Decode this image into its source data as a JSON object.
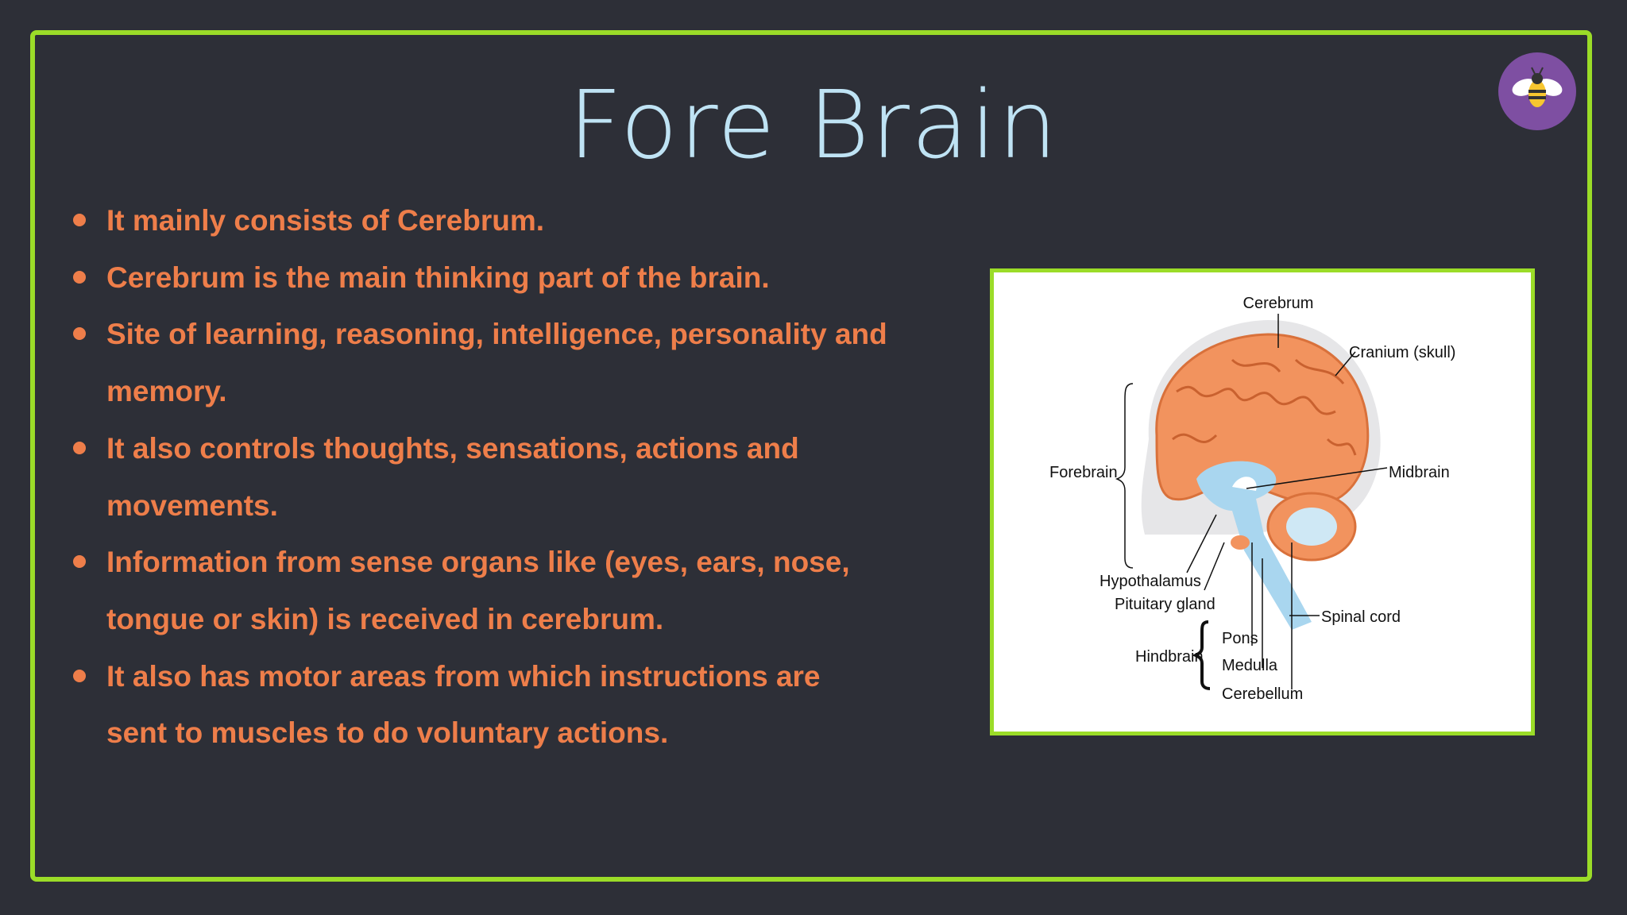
{
  "slide": {
    "title": "Fore Brain",
    "bullets": [
      {
        "lines": [
          "It mainly consists of Cerebrum."
        ]
      },
      {
        "lines": [
          "Cerebrum is the main thinking part of the brain."
        ]
      },
      {
        "lines": [
          "Site of learning, reasoning, intelligence, personality and",
          "memory."
        ]
      },
      {
        "lines": [
          "It also controls thoughts, sensations, actions and",
          "movements."
        ]
      },
      {
        "lines": [
          "Information from sense organs like (eyes, ears, nose,",
          "tongue or skin) is received in cerebrum."
        ]
      },
      {
        "lines": [
          "It also has motor areas from which instructions are",
          "sent to muscles to do voluntary actions."
        ]
      }
    ]
  },
  "diagram": {
    "labels": {
      "cerebrum": "Cerebrum",
      "cranium": "Cranium (skull)",
      "forebrain": "Forebrain",
      "midbrain": "Midbrain",
      "hypothalamus": "Hypothalamus",
      "pituitary": "Pituitary gland",
      "spinal_cord": "Spinal cord",
      "hindbrain": "Hindbrain",
      "pons": "Pons",
      "medulla": "Medulla",
      "cerebellum": "Cerebellum"
    }
  },
  "colors": {
    "background": "#2d2f37",
    "frame": "#9bdc28",
    "title": "#bfe3f4",
    "bullet_text": "#ee7e4a",
    "logo_bg": "#7e4fa2",
    "brain": "#f2935e"
  },
  "icons": {
    "logo": "bee-icon"
  }
}
